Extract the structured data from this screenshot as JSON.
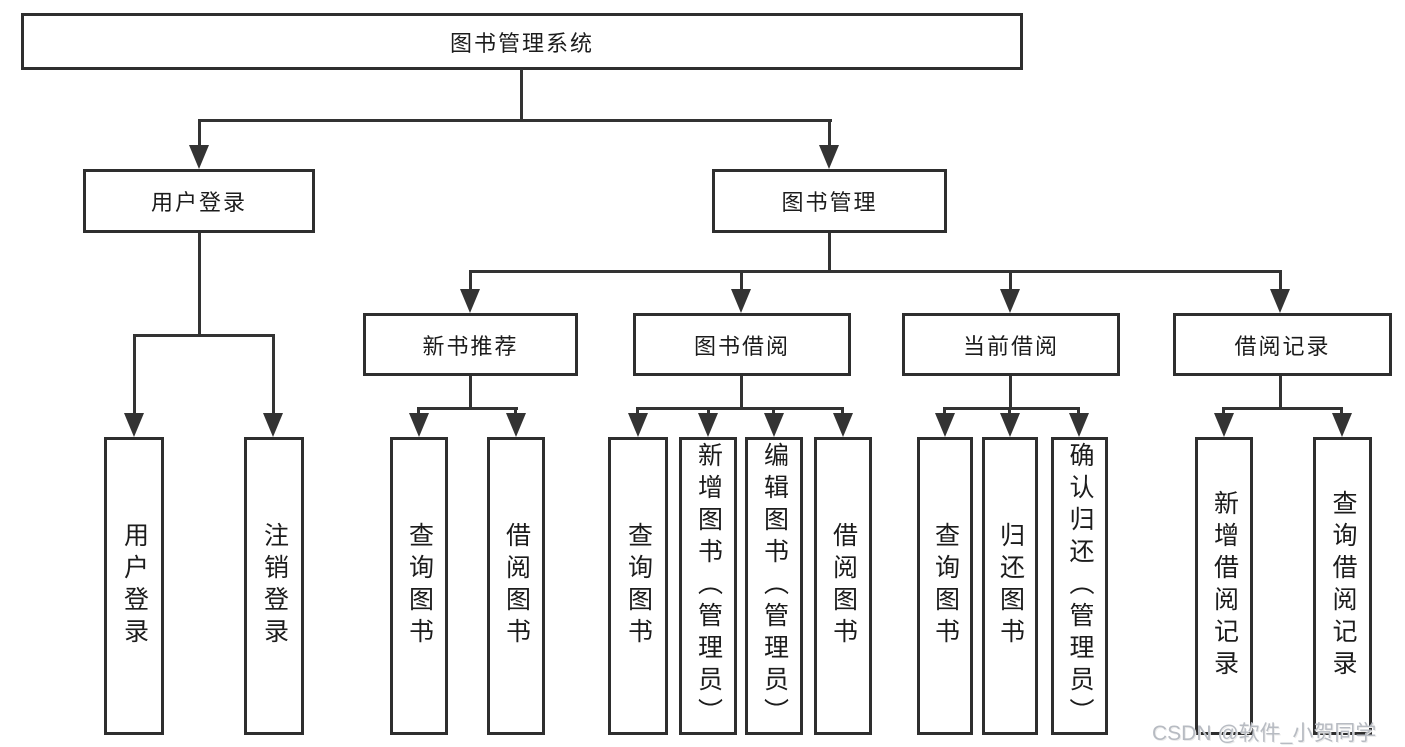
{
  "tree": {
    "label": "图书管理系统",
    "children": [
      {
        "label": "用户登录",
        "children": [
          {
            "label": "用户登录"
          },
          {
            "label": "注销登录"
          }
        ]
      },
      {
        "label": "图书管理",
        "children": [
          {
            "label": "新书推荐",
            "children": [
              {
                "label": "查询图书"
              },
              {
                "label": "借阅图书"
              }
            ]
          },
          {
            "label": "图书借阅",
            "children": [
              {
                "label": "查询图书"
              },
              {
                "label": "新增图书（管理员）"
              },
              {
                "label": "编辑图书（管理员）"
              },
              {
                "label": "借阅图书"
              }
            ]
          },
          {
            "label": "当前借阅",
            "children": [
              {
                "label": "查询图书"
              },
              {
                "label": "归还图书"
              },
              {
                "label": "确认归还（管理员）"
              }
            ]
          },
          {
            "label": "借阅记录",
            "children": [
              {
                "label": "新增借阅记录"
              },
              {
                "label": "查询借阅记录"
              }
            ]
          }
        ]
      }
    ]
  },
  "watermark": "CSDN @软件_小贺同学",
  "colors": {
    "line": "#333333",
    "border": "#2e2e2e",
    "text": "#1c1c1c",
    "watermark": "#b7bbc2",
    "background": "#ffffff"
  }
}
